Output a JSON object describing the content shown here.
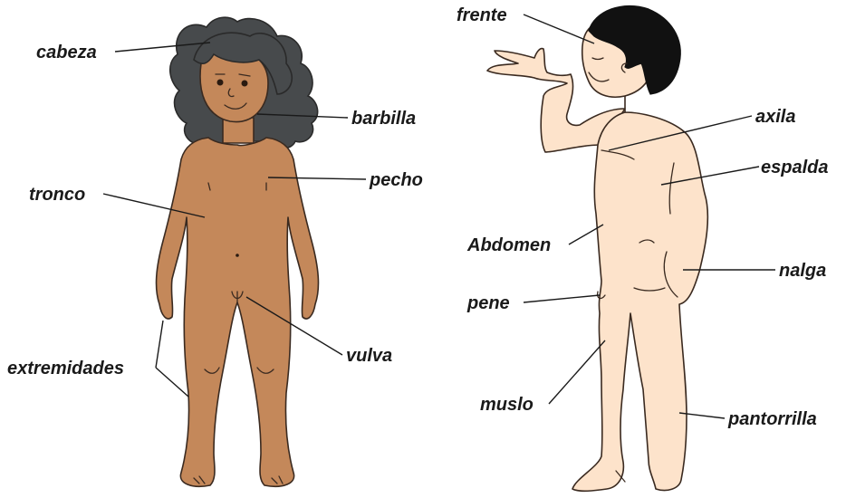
{
  "labels": {
    "cabeza": "cabeza",
    "barbilla": "barbilla",
    "pecho": "pecho",
    "tronco": "tronco",
    "vulva": "vulva",
    "extremidades": "extremidades",
    "frente": "frente",
    "axila": "axila",
    "espalda": "espalda",
    "abdomen": "Abdomen",
    "nalga": "nalga",
    "pene": "pene",
    "muslo": "muslo",
    "pantorrilla": "pantorrilla"
  },
  "colors": {
    "girl_skin": "#c4885a",
    "girl_hair": "#474a4c",
    "boy_skin": "#fde3cb",
    "boy_hair": "#111111"
  }
}
